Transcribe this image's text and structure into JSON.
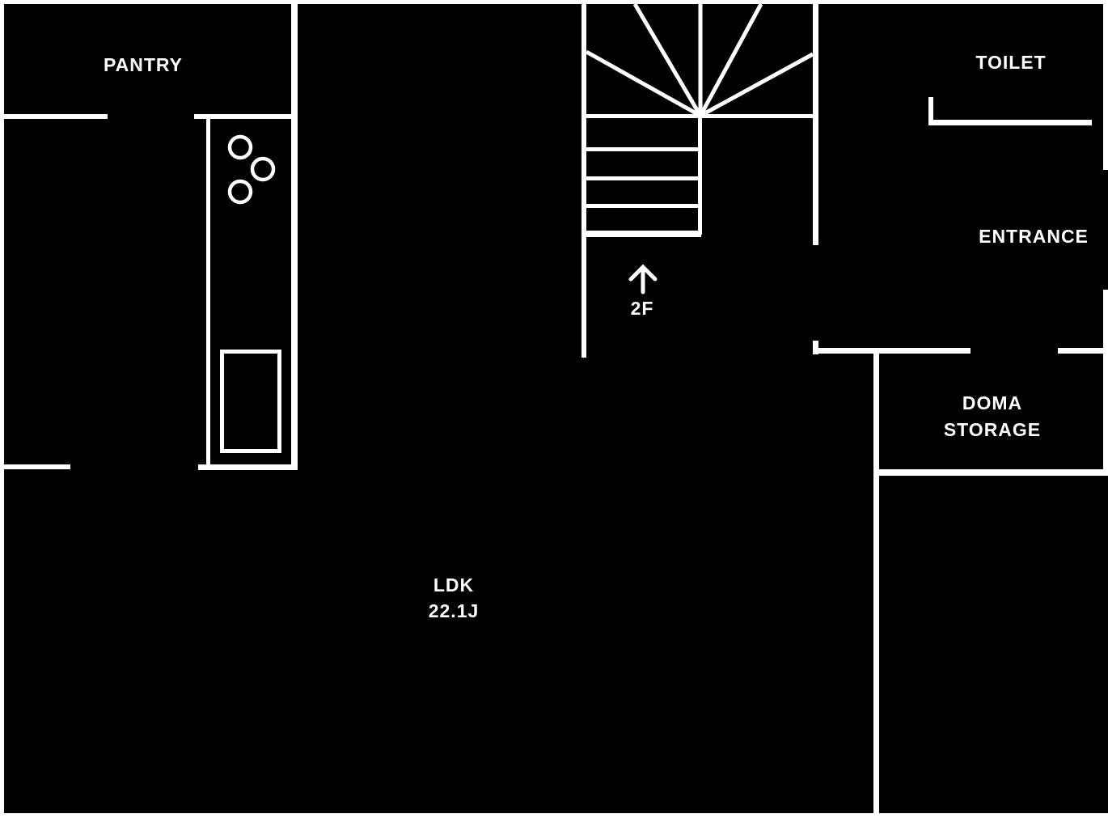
{
  "colors": {
    "background": "#000000",
    "line": "#ffffff"
  },
  "rooms": {
    "pantry": {
      "label": "PANTRY"
    },
    "toilet": {
      "label": "TOILET"
    },
    "entrance": {
      "label": "ENTRANCE"
    },
    "doma_storage": {
      "line1": "DOMA",
      "line2": "STORAGE"
    },
    "ldk": {
      "label": "LDK",
      "area": "22.1J"
    }
  },
  "stairs": {
    "to_floor_label": "2F"
  }
}
